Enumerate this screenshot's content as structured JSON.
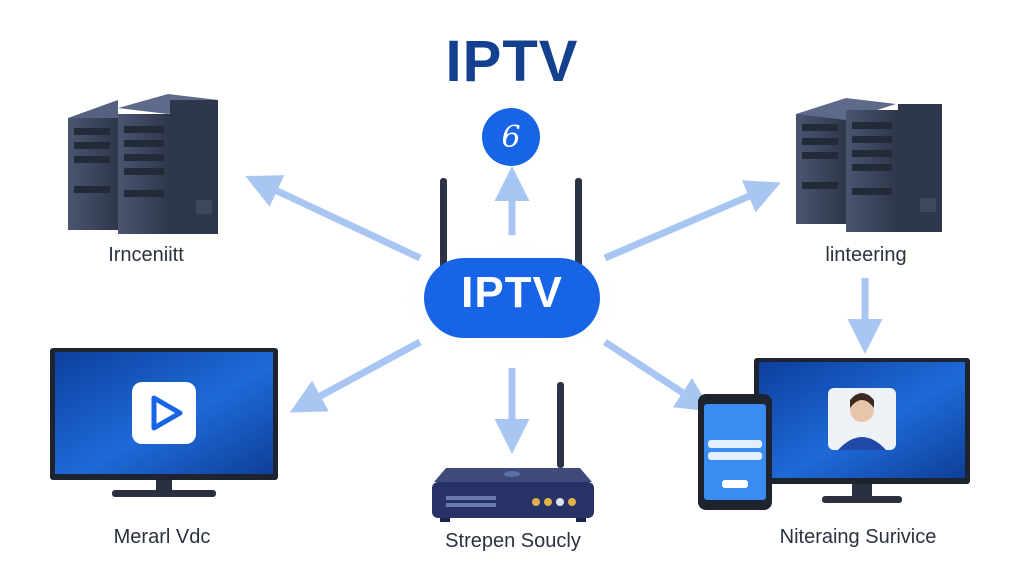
{
  "title": "IPTV",
  "badge_glyph": "6",
  "hub_label": "IPTV",
  "nodes": {
    "top_left_server": {
      "label": "Irnceniitt"
    },
    "top_right_server": {
      "label": "linteering"
    },
    "left_tv": {
      "label": "Merarl Vdc"
    },
    "set_top_box": {
      "label": "Strepen Soucly"
    },
    "right_devices": {
      "label": "Niteraing Surivice"
    }
  },
  "colors": {
    "title": "#13408f",
    "hub": "#1765e6",
    "arrow": "#a9c6f2",
    "device_dark": "#3b4559",
    "screen_blue": "#1e5fc9"
  }
}
